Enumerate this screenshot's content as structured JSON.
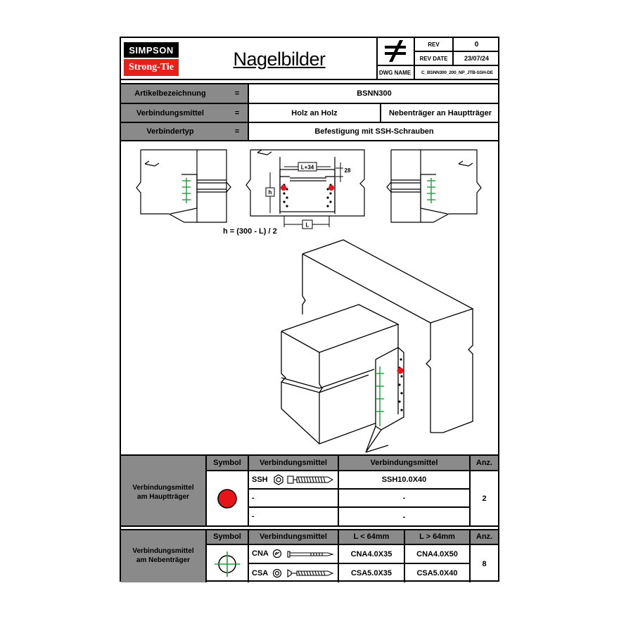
{
  "header": {
    "brand_top": "SIMPSON",
    "brand_bottom": "Strong-Tie",
    "title": "Nagelbilder",
    "rev_label": "REV",
    "rev_value": "0",
    "rev_date_label": "REV DATE",
    "rev_date_value": "23/07/24",
    "dwg_name_label": "DWG NAME",
    "dwg_name_value": "C_BSNN300_200_NP_JTB-SSH-DE",
    "colors": {
      "brand_red": "#e2231a",
      "gray": "#8a8a8a",
      "marker_red": "#e8141b",
      "nail_green": "#1f9d3a"
    }
  },
  "info": {
    "rows": [
      {
        "label": "Artikelbezeichnung",
        "eq": "=",
        "values": [
          "BSNN300"
        ]
      },
      {
        "label": "Verbindungsmittel",
        "eq": "=",
        "values": [
          "Holz an Holz",
          "Nebenträger an Hauptträger"
        ]
      },
      {
        "label": "Verbindertyp",
        "eq": "=",
        "values": [
          "Befestigung mit SSH-Schrauben"
        ]
      }
    ]
  },
  "drawing": {
    "dim_width": "L+34",
    "dim_right": "28",
    "dim_h": "h",
    "dim_l": "L",
    "formula": "h = (300 - L) / 2"
  },
  "table_main": {
    "section_label": "Verbindungsmittel am Hauptträger",
    "headers": {
      "symbol": "Symbol",
      "fastener": "Verbindungsmittel",
      "fastener2": "Verbindungsmittel",
      "qty": "Anz."
    },
    "rows": [
      {
        "type": "SSH",
        "value": "SSH10.0X40"
      },
      {
        "type": "-",
        "value": "-"
      },
      {
        "type": "-",
        "value": "-"
      }
    ],
    "qty": "2"
  },
  "table_secondary": {
    "section_label": "Verbindungsmittel am Nebenträger",
    "headers": {
      "symbol": "Symbol",
      "fastener": "Verbindungsmittel",
      "short": "L < 64mm",
      "long": "L > 64mm",
      "qty": "Anz."
    },
    "rows": [
      {
        "type": "CNA",
        "short": "CNA4.0X35",
        "long": "CNA4.0X50"
      },
      {
        "type": "CSA",
        "short": "CSA5.0X35",
        "long": "CSA5.0X40"
      }
    ],
    "qty": "8"
  }
}
